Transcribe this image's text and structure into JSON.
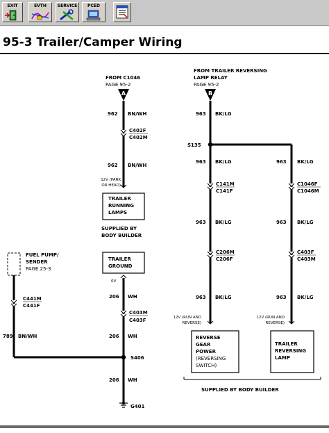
{
  "toolbar": {
    "exit_label": "EXIT",
    "evth_label": "EVTH",
    "service_label": "SERVICE",
    "pced_label": "PCED"
  },
  "page_title": "95-3 Trailer/Camper Wiring",
  "diagram": {
    "source_a": {
      "line1": "FROM C1046",
      "line2": "PAGE 95-2",
      "marker": "A"
    },
    "source_b": {
      "line1": "FROM TRAILER REVERSING",
      "line2": "LAMP RELAY",
      "line3": "PAGE 95-2",
      "marker": "B"
    },
    "wires": {
      "w962": "962",
      "c962": "BN/WH",
      "w963": "963",
      "c963": "BK/LG",
      "w206": "206",
      "c206": "WH",
      "w789": "789",
      "c789": "BN/WH"
    },
    "connectors": {
      "c402f": "C402F",
      "c402m": "C402M",
      "c141m": "C141M",
      "c141f": "C141F",
      "c1046f": "C1046F",
      "c1046m": "C1046M",
      "c206m": "C206M",
      "c206f": "C206F",
      "c403f_top": "C403F",
      "c403m_top": "C403M",
      "c441m": "C441M",
      "c441f": "C441F",
      "c403m": "C403M",
      "c403f": "C403F"
    },
    "splices": {
      "s135": "S135",
      "s406": "S406"
    },
    "ground": "G401",
    "notes": {
      "park_l1": "12V (PARK",
      "park_l2": "OR HEAD)",
      "ov": "0V",
      "run_l1": "12V (RUN AND",
      "run_l2": "REVERSE)"
    },
    "boxes": {
      "trailer_running": {
        "l1": "TRAILER",
        "l2": "RUNNING",
        "l3": "LAMPS"
      },
      "trailer_ground": {
        "l1": "TRAILER",
        "l2": "GROUND"
      },
      "fuel_pump": {
        "l1": "FUEL PUMP/",
        "l2": "SENDER",
        "l3": "PAGE 25-3"
      },
      "reverse_gear": {
        "l1": "REVERSE",
        "l2": "GEAR",
        "l3": "POWER",
        "l4": "(REVERSING",
        "l5": "SWITCH)"
      },
      "trailer_reversing": {
        "l1": "TRAILER",
        "l2": "REVERSING",
        "l3": "LAMP"
      }
    },
    "supplied_builder_l1": "SUPPLIED BY",
    "supplied_builder_l2": "BODY BUILDER",
    "supplied_bottom": "SUPPLIED BY BODY BUILDER"
  }
}
